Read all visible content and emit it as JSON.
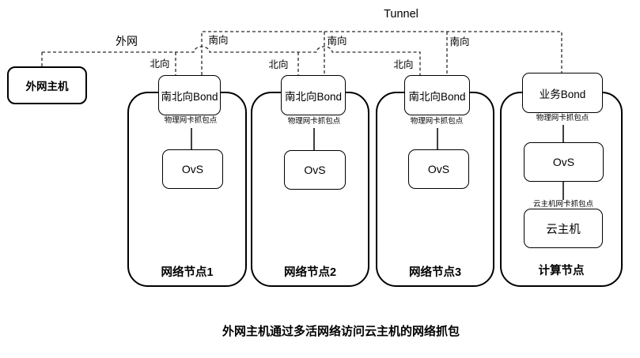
{
  "diagram": {
    "tunnel_label": "Tunnel",
    "extnet_label": "外网",
    "north_label": "北向",
    "south_label": "南向",
    "ext_host_label": "外网主机",
    "caption": "外网主机通过多活网络访问云主机的网络抓包"
  },
  "nodes": [
    {
      "name": "网络节点1",
      "bond": "南北向Bond",
      "nic_capture": "物理网卡抓包点",
      "ovs": "OvS"
    },
    {
      "name": "网络节点2",
      "bond": "南北向Bond",
      "nic_capture": "物理网卡抓包点",
      "ovs": "OvS"
    },
    {
      "name": "网络节点3",
      "bond": "南北向Bond",
      "nic_capture": "物理网卡抓包点",
      "ovs": "OvS"
    },
    {
      "name": "计算节点",
      "bond": "业务Bond",
      "nic_capture": "物理网卡抓包点",
      "ovs": "OvS",
      "vm_nic_capture": "云主机网卡抓包点",
      "vm": "云主机"
    }
  ],
  "colors": {
    "background": "#ffffff",
    "box_fill": "#ffffff",
    "box_border": "#000000",
    "solid_line": "#000000",
    "dashed_line": "#2b2b2b",
    "text": "#000000"
  }
}
